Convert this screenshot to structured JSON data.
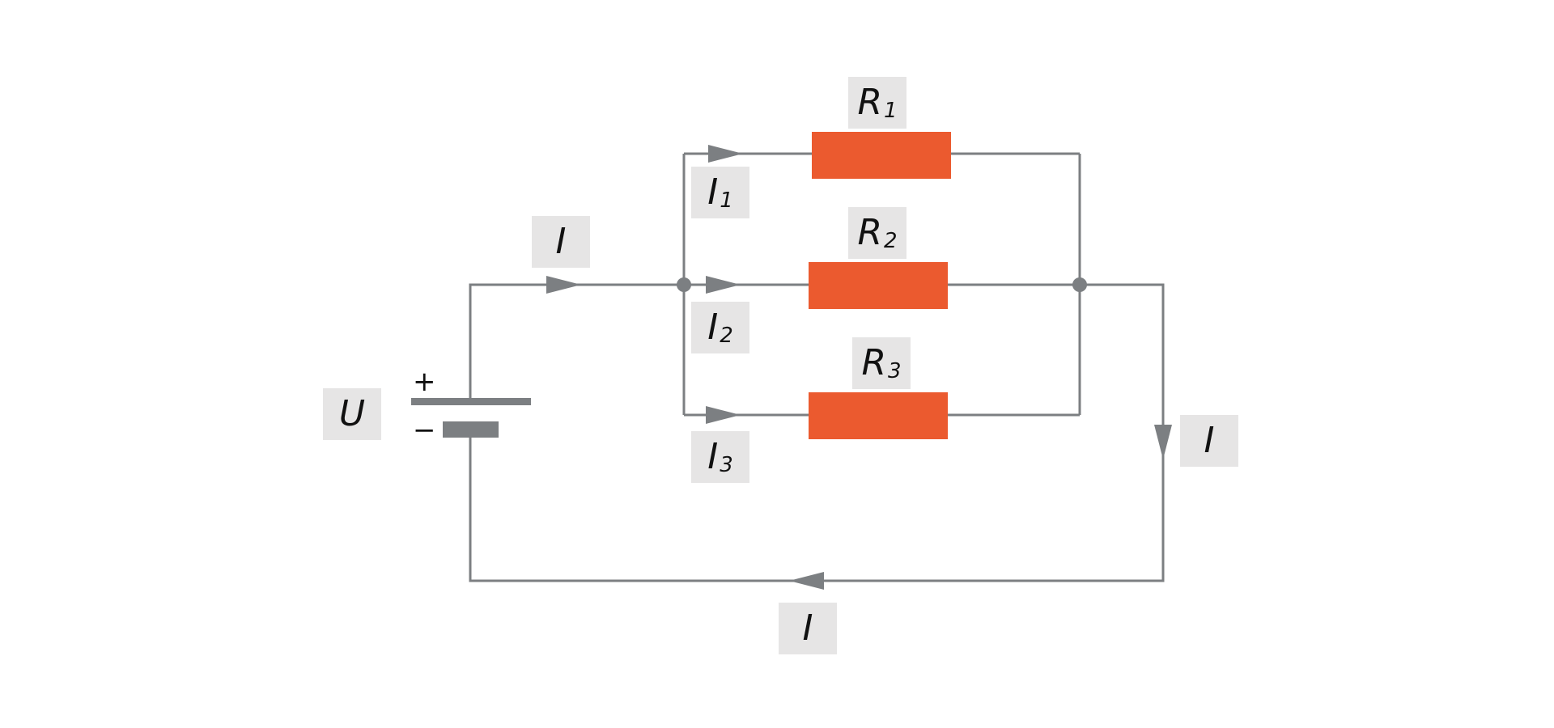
{
  "diagram": {
    "source": {
      "name": "U",
      "plus": "+",
      "minus": "−"
    },
    "current_total": "I",
    "branches": [
      {
        "resistor": "R",
        "resistor_index": "1",
        "current": "I",
        "current_index": "1"
      },
      {
        "resistor": "R",
        "resistor_index": "2",
        "current": "I",
        "current_index": "2"
      },
      {
        "resistor": "R",
        "resistor_index": "3",
        "current": "I",
        "current_index": "3"
      }
    ],
    "colors": {
      "wire": "#7c7f82",
      "resistor": "#eb5a2f",
      "label_bg": "#e6e5e5"
    }
  }
}
